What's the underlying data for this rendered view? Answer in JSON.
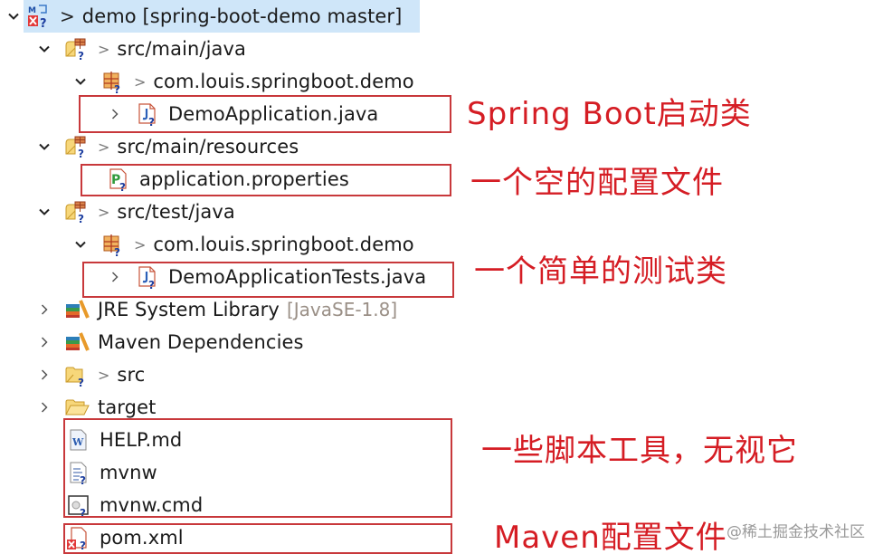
{
  "project": {
    "label": "demo [spring-boot-demo master]",
    "dirty_marker": ">",
    "selected": true,
    "selection_color": "#cfe6f9"
  },
  "tree": [
    {
      "id": "project",
      "depth": 0,
      "expanded": true,
      "icon": "maven-project-icon",
      "dirty": true,
      "label": "demo [spring-boot-demo master]"
    },
    {
      "id": "src-main-java",
      "depth": 1,
      "expanded": true,
      "icon": "source-folder-icon",
      "dirty": true,
      "label": "src/main/java"
    },
    {
      "id": "pkg-main",
      "depth": 2,
      "expanded": true,
      "icon": "package-icon",
      "dirty": true,
      "label": "com.louis.springboot.demo"
    },
    {
      "id": "demo-application",
      "depth": 3,
      "expanded": false,
      "icon": "java-file-icon",
      "dirty": false,
      "label": "DemoApplication.java"
    },
    {
      "id": "src-main-resources",
      "depth": 1,
      "expanded": true,
      "icon": "source-folder-icon",
      "dirty": true,
      "label": "src/main/resources"
    },
    {
      "id": "application-properties",
      "depth": 2,
      "expanded": null,
      "icon": "properties-file-icon",
      "dirty": false,
      "label": "application.properties"
    },
    {
      "id": "src-test-java",
      "depth": 1,
      "expanded": true,
      "icon": "source-folder-icon",
      "dirty": true,
      "label": "src/test/java"
    },
    {
      "id": "pkg-test",
      "depth": 2,
      "expanded": true,
      "icon": "package-icon",
      "dirty": true,
      "label": "com.louis.springboot.demo"
    },
    {
      "id": "demo-application-tests",
      "depth": 3,
      "expanded": false,
      "icon": "java-file-icon",
      "dirty": false,
      "label": "DemoApplicationTests.java"
    },
    {
      "id": "jre-library",
      "depth": 1,
      "expanded": false,
      "icon": "library-icon",
      "dirty": false,
      "label": "JRE System Library",
      "decoration": "[JavaSE-1.8]"
    },
    {
      "id": "maven-dependencies",
      "depth": 1,
      "expanded": false,
      "icon": "library-icon",
      "dirty": false,
      "label": "Maven Dependencies"
    },
    {
      "id": "src",
      "depth": 1,
      "expanded": false,
      "icon": "folder-icon",
      "dirty": true,
      "label": "src"
    },
    {
      "id": "target",
      "depth": 1,
      "expanded": false,
      "icon": "folder-open-icon",
      "dirty": false,
      "label": "target"
    },
    {
      "id": "help-md",
      "depth": 1,
      "expanded": null,
      "icon": "word-file-icon",
      "dirty": false,
      "label": "HELP.md"
    },
    {
      "id": "mvnw",
      "depth": 1,
      "expanded": null,
      "icon": "text-file-icon",
      "dirty": false,
      "label": "mvnw"
    },
    {
      "id": "mvnw-cmd",
      "depth": 1,
      "expanded": null,
      "icon": "cmd-file-icon",
      "dirty": false,
      "label": "mvnw.cmd"
    },
    {
      "id": "pom-xml",
      "depth": 1,
      "expanded": null,
      "icon": "xml-file-icon",
      "dirty": false,
      "label": "pom.xml"
    }
  ],
  "annotations": [
    {
      "id": "startup-class",
      "text": "Spring Boot启动类",
      "target": "DemoApplication.java"
    },
    {
      "id": "empty-config",
      "text": "一个空的配置文件",
      "target": "application.properties"
    },
    {
      "id": "simple-test",
      "text": "一个简单的测试类",
      "target": "DemoApplicationTests.java"
    },
    {
      "id": "scripts",
      "text": "一些脚本工具，无视它",
      "target": "HELP.md, mvnw, mvnw.cmd"
    },
    {
      "id": "maven-config",
      "text": "Maven配置文件",
      "target": "pom.xml"
    }
  ],
  "annotation_color": "#d51d24",
  "box_color": "#c8383b",
  "watermark": "@稀土掘金技术社区"
}
